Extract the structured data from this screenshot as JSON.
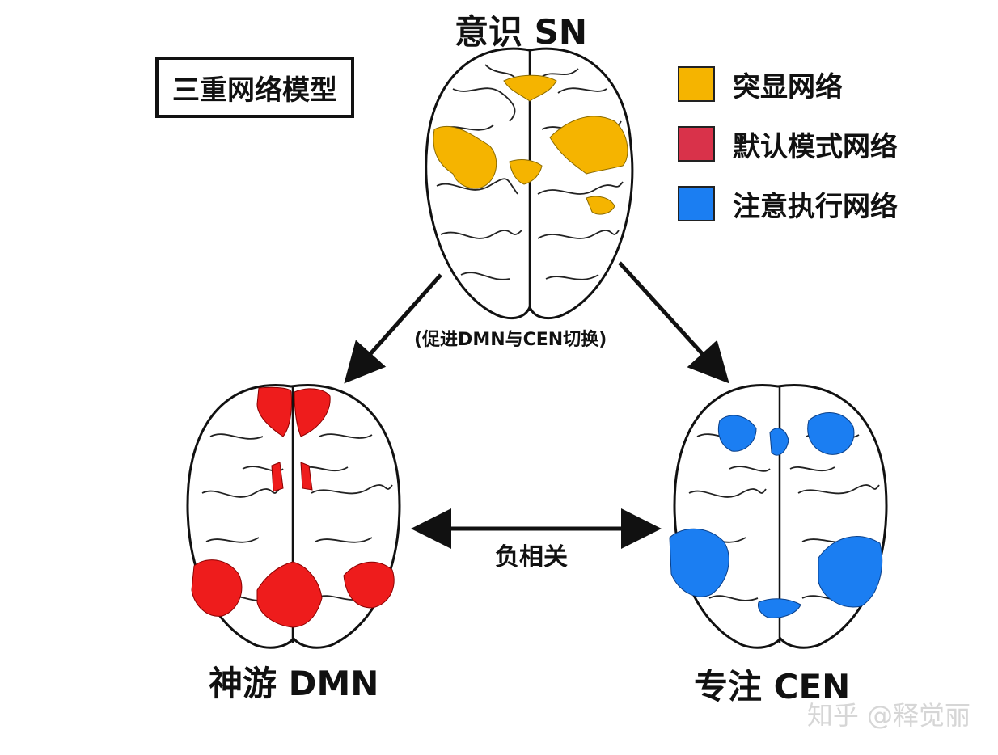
{
  "title": "三重网络模型",
  "nodes": {
    "sn": "意识 SN",
    "dmn": "神游 DMN",
    "cen": "专注 CEN"
  },
  "legend": [
    {
      "label": "突显网络",
      "color": "#f5b400"
    },
    {
      "label": "默认模式网络",
      "color": "#d9324a"
    },
    {
      "label": "注意执行网络",
      "color": "#1b7ef2"
    }
  ],
  "edges": {
    "sn_switch": "(促进DMN与CEN切换)",
    "dmn_cen": "负相关"
  },
  "watermark": "知乎 @释觉丽"
}
